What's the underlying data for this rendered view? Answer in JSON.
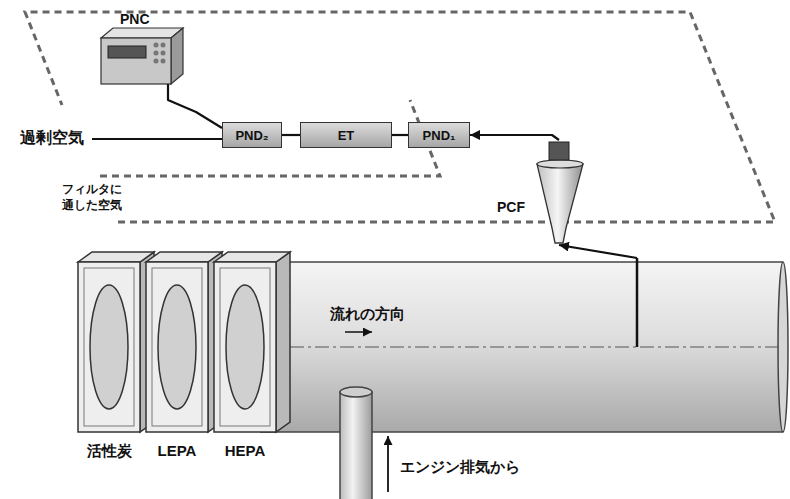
{
  "diagram": {
    "nodes": [
      {
        "text": [
          "PNC"
        ]
      },
      {
        "text": [
          "PND₂"
        ]
      },
      {
        "text": [
          "ET"
        ]
      },
      {
        "text": [
          "PND₁"
        ]
      },
      {
        "text": [
          "PCF"
        ]
      },
      {
        "text": [
          "流れの方向"
        ]
      }
    ],
    "edges": [
      {
        "from": 4,
        "to": 3,
        "arrow": "to"
      },
      {
        "from": 3,
        "to": 2,
        "arrow": "none"
      },
      {
        "from": 2,
        "to": 1,
        "arrow": "none"
      },
      {
        "from": 1,
        "to": 0,
        "arrow": "none"
      },
      {
        "from": 5,
        "to": 4,
        "arrow": "to"
      }
    ],
    "labels": [
      "過剰空気",
      "フィルタに 通した空気",
      "活性炭",
      "LEPA",
      "HEPA",
      "エンジン排気から"
    ]
  }
}
